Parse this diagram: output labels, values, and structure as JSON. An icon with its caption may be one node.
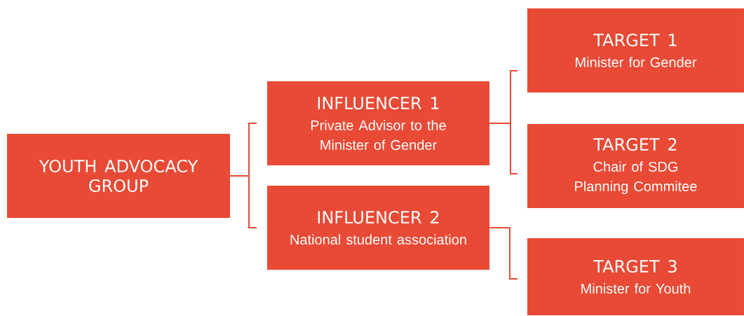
{
  "diagram": {
    "nodes": [
      {
        "text": [
          "YOUTH ADVOCACY GROUP"
        ]
      },
      {
        "text": [
          "INFLUENCER 1",
          "Private Advisor to the Minister of Gender"
        ]
      },
      {
        "text": [
          "INFLUENCER 2",
          "National student association"
        ]
      },
      {
        "text": [
          "TARGET 1",
          "Minister for Gender"
        ]
      },
      {
        "text": [
          "TARGET 2",
          "Chair of SDG Planning Commitee"
        ]
      },
      {
        "text": [
          "TARGET 3",
          "Minister for Youth"
        ]
      }
    ],
    "edges": [
      {
        "from": 0,
        "to": 1,
        "arrow": "none"
      },
      {
        "from": 0,
        "to": 2,
        "arrow": "none"
      },
      {
        "from": 1,
        "to": 3,
        "arrow": "none"
      },
      {
        "from": 1,
        "to": 4,
        "arrow": "none"
      },
      {
        "from": 2,
        "to": 5,
        "arrow": "none"
      }
    ]
  }
}
